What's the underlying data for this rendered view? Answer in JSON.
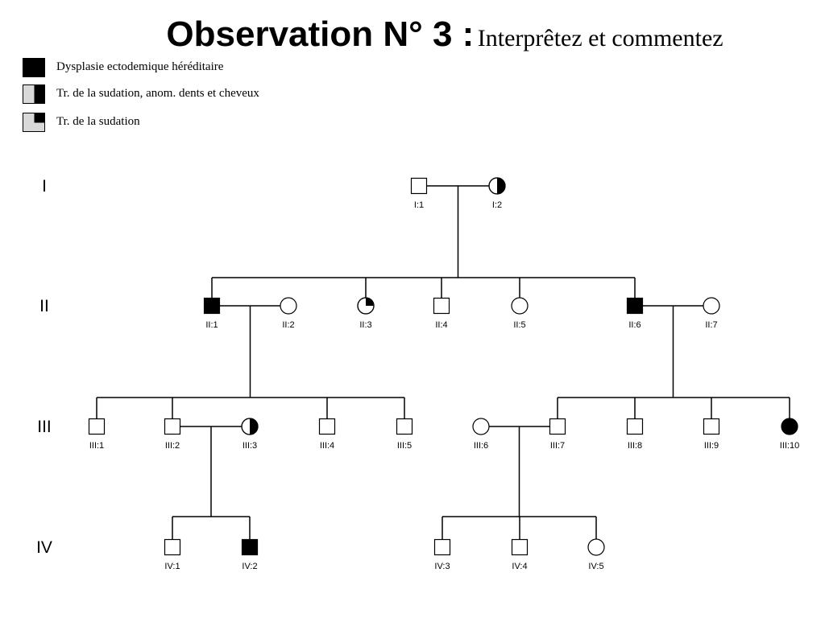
{
  "title": {
    "main": "Observation N° 3 :",
    "sub": "Interprêtez et commentez"
  },
  "legend": [
    {
      "symbol": "full",
      "label": "Dysplasie ectodemique héréditaire"
    },
    {
      "symbol": "half",
      "label": "Tr. de la sudation, anom. dents et cheveux"
    },
    {
      "symbol": "quarter",
      "label": "Tr. de la sudation"
    }
  ],
  "generations": [
    "I",
    "II",
    "III",
    "IV"
  ],
  "individuals": [
    {
      "id": "I:1",
      "generation": "I",
      "sex": "male",
      "phenotype": "unaffected"
    },
    {
      "id": "I:2",
      "generation": "I",
      "sex": "female",
      "phenotype": "half"
    },
    {
      "id": "II:1",
      "generation": "II",
      "sex": "male",
      "phenotype": "full"
    },
    {
      "id": "II:2",
      "generation": "II",
      "sex": "female",
      "phenotype": "unaffected"
    },
    {
      "id": "II:3",
      "generation": "II",
      "sex": "female",
      "phenotype": "quarter"
    },
    {
      "id": "II:4",
      "generation": "II",
      "sex": "male",
      "phenotype": "unaffected"
    },
    {
      "id": "II:5",
      "generation": "II",
      "sex": "female",
      "phenotype": "unaffected"
    },
    {
      "id": "II:6",
      "generation": "II",
      "sex": "male",
      "phenotype": "full"
    },
    {
      "id": "II:7",
      "generation": "II",
      "sex": "female",
      "phenotype": "unaffected"
    },
    {
      "id": "III:1",
      "generation": "III",
      "sex": "male",
      "phenotype": "unaffected"
    },
    {
      "id": "III:2",
      "generation": "III",
      "sex": "male",
      "phenotype": "unaffected"
    },
    {
      "id": "III:3",
      "generation": "III",
      "sex": "female",
      "phenotype": "half"
    },
    {
      "id": "III:4",
      "generation": "III",
      "sex": "male",
      "phenotype": "unaffected"
    },
    {
      "id": "III:5",
      "generation": "III",
      "sex": "male",
      "phenotype": "unaffected"
    },
    {
      "id": "III:6",
      "generation": "III",
      "sex": "female",
      "phenotype": "unaffected"
    },
    {
      "id": "III:7",
      "generation": "III",
      "sex": "male",
      "phenotype": "unaffected"
    },
    {
      "id": "III:8",
      "generation": "III",
      "sex": "male",
      "phenotype": "unaffected"
    },
    {
      "id": "III:9",
      "generation": "III",
      "sex": "male",
      "phenotype": "unaffected"
    },
    {
      "id": "III:10",
      "generation": "III",
      "sex": "female",
      "phenotype": "full"
    },
    {
      "id": "IV:1",
      "generation": "IV",
      "sex": "male",
      "phenotype": "unaffected"
    },
    {
      "id": "IV:2",
      "generation": "IV",
      "sex": "male",
      "phenotype": "full"
    },
    {
      "id": "IV:3",
      "generation": "IV",
      "sex": "male",
      "phenotype": "unaffected"
    },
    {
      "id": "IV:4",
      "generation": "IV",
      "sex": "male",
      "phenotype": "unaffected"
    },
    {
      "id": "IV:5",
      "generation": "IV",
      "sex": "female",
      "phenotype": "unaffected"
    }
  ],
  "couples": [
    {
      "partners": [
        "I:1",
        "I:2"
      ],
      "children": [
        "II:1",
        "II:3",
        "II:4",
        "II:5",
        "II:6"
      ]
    },
    {
      "partners": [
        "II:1",
        "II:2"
      ],
      "children": [
        "III:1",
        "III:2",
        "III:4",
        "III:5"
      ]
    },
    {
      "partners": [
        "II:6",
        "II:7"
      ],
      "children": [
        "III:7",
        "III:8",
        "III:9",
        "III:10"
      ]
    },
    {
      "partners": [
        "III:2",
        "III:3"
      ],
      "children": [
        "IV:1",
        "IV:2"
      ]
    },
    {
      "partners": [
        "III:6",
        "III:7"
      ],
      "children": [
        "IV:3",
        "IV:4",
        "IV:5"
      ]
    }
  ],
  "colors": {
    "affected": "#000000",
    "legend_light": "#d9d9d9",
    "line": "#000000"
  }
}
